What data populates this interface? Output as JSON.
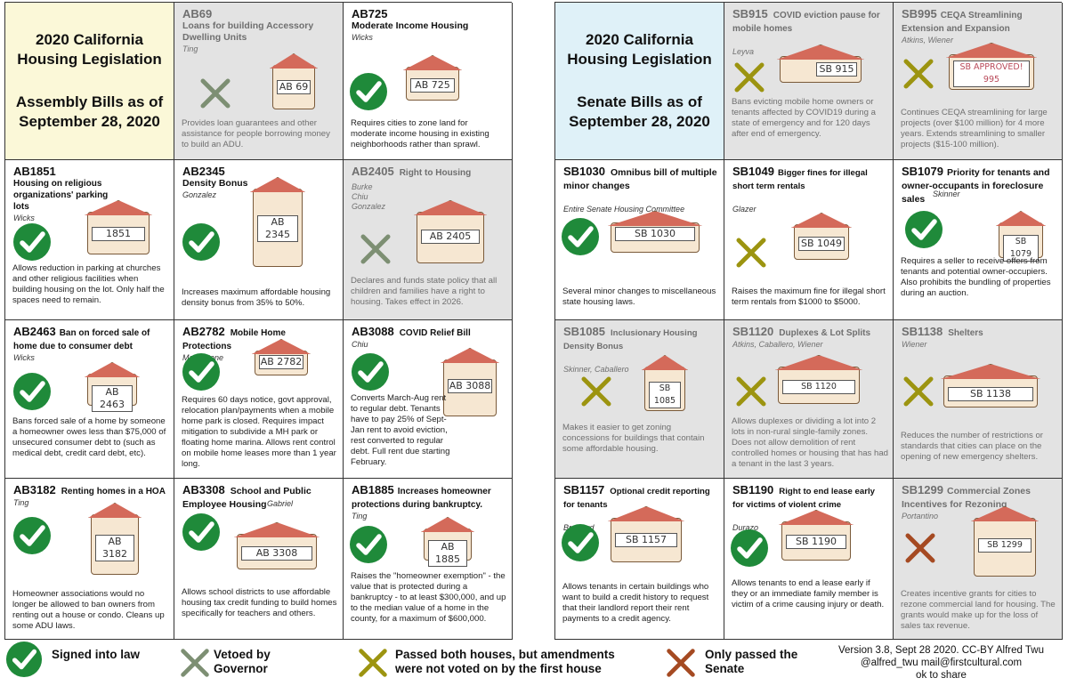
{
  "assembly": {
    "title": "2020 California Housing Legislation",
    "subtitle": "Assembly Bills as of September 28, 2020",
    "bills": [
      {
        "id": "AB69",
        "title": "Loans for building Accessory Dwelling Units",
        "author": "Ting",
        "status": "vetoed",
        "label": "AB 69",
        "desc": "Provides loan guarantees and other assistance for people borrowing money to build an ADU."
      },
      {
        "id": "AB725",
        "title": "Moderate Income Housing",
        "author": "Wicks",
        "status": "signed",
        "label": "AB 725",
        "desc": "Requires cities to zone land for moderate income housing in existing neighborhoods rather than sprawl."
      },
      {
        "id": "AB1851",
        "title": "Housing on religious organizations' parking lots",
        "author": "Wicks",
        "status": "signed",
        "label": "1851",
        "desc": "Allows reduction in parking at churches and other religious facilities when building housing on the lot. Only half the spaces need to remain."
      },
      {
        "id": "AB2345",
        "title": "Density Bonus",
        "author": "Gonzalez",
        "status": "signed",
        "label": "AB 2345",
        "desc": "Increases maximum affordable housing density bonus from 35% to 50%."
      },
      {
        "id": "AB2405",
        "title": "Right to Housing",
        "author": "Burke\nChiu\nGonzalez",
        "status": "vetoed",
        "label": "AB 2405",
        "desc": "Declares and funds state policy that all children and families have a right to housing. Takes effect in 2026."
      },
      {
        "id": "AB2463",
        "title": "Ban on forced sale of home due to consumer debt",
        "author": "Wicks",
        "status": "signed",
        "label": "AB 2463",
        "desc": "Bans forced sale of a home by someone a homeowner owes less than $75,000 of unsecured consumer debt to (such as medical debt, credit card debt, etc)."
      },
      {
        "id": "AB2782",
        "title": "Mobile Home Protections",
        "author": "Mark Stone",
        "status": "signed",
        "label": "AB 2782",
        "desc": "Requires 60 days notice, govt approval, relocation plan/payments when a mobile home park is closed. Requires impact mitigation to subdivide a MH park or floating home marina. Allows rent control on mobile home leases more than 1 year long."
      },
      {
        "id": "AB3088",
        "title": "COVID Relief Bill",
        "author": "Chiu",
        "status": "signed",
        "label": "AB 3088",
        "desc": "Converts March-Aug rent to regular debt. Tenants have to pay 25% of Sept-Jan rent to avoid eviction, rest converted to regular debt. Full rent due starting February."
      },
      {
        "id": "AB3182",
        "title": "Renting homes in a HOA",
        "author": "Ting",
        "status": "signed",
        "label": "AB 3182",
        "desc": "Homeowner associations would no longer be allowed to ban owners from renting out a house or condo. Cleans up some ADU laws."
      },
      {
        "id": "AB3308",
        "title": "School and Public Employee Housing",
        "author": "Gabriel",
        "status": "signed",
        "label": "AB 3308",
        "desc": "Allows school districts to use affordable housing tax credit funding to build homes specifically for teachers and others."
      },
      {
        "id": "AB1885",
        "title": "Increases homeowner protections during bankruptcy.",
        "author": "Ting",
        "status": "signed",
        "label": "AB 1885",
        "desc": "Raises the \"homeowner exemption\" - the value that is protected during a bankruptcy - to at least $300,000, and up to the median value of a home in the county, for a maximum of $600,000."
      }
    ]
  },
  "senate": {
    "title": "2020 California Housing Legislation",
    "subtitle": "Senate Bills as of September 28, 2020",
    "bills": [
      {
        "id": "SB915",
        "title": "COVID eviction pause for mobile homes",
        "author": "Leyva",
        "status": "not_voted",
        "label": "SB 915",
        "desc": "Bans evicting mobile home owners or tenants affected by COVID19 during a state of emergency and for 120 days after end of emergency."
      },
      {
        "id": "SB995",
        "title": "CEQA Streamlining Extension and Expansion",
        "author": "Atkins, Wiener",
        "status": "not_voted",
        "label": "SB APPROVED! 995",
        "desc": "Continues CEQA streamlining for large projects (over $100 million) for 4 more years. Extends streamlining to smaller projects ($15-100 million)."
      },
      {
        "id": "SB1030",
        "title": "Omnibus bill of multiple minor changes",
        "author": "Entire Senate Housing Committee",
        "status": "signed",
        "label": "SB 1030",
        "desc": "Several minor changes to miscellaneous state housing laws."
      },
      {
        "id": "SB1049",
        "title": "Bigger fines for illegal short term rentals",
        "author": "Glazer",
        "status": "not_voted",
        "label": "SB 1049",
        "desc": "Raises the maximum fine for illegal short term rentals from $1000 to $5000."
      },
      {
        "id": "SB1079",
        "title": "Priority for tenants and owner-occupants in foreclosure sales",
        "author": "Skinner",
        "status": "signed",
        "label": "SB 1079",
        "desc": "Requires a seller to receive offers from tenants and potential owner-occupiers. Also prohibits the bundling of properties during an auction."
      },
      {
        "id": "SB1085",
        "title": "Inclusionary Housing Density Bonus",
        "author": "Skinner, Caballero",
        "status": "not_voted",
        "label": "SB 1085",
        "desc": "Makes it easier to get zoning concessions for buildings that contain some affordable housing."
      },
      {
        "id": "SB1120",
        "title": "Duplexes & Lot Splits",
        "author": "Atkins, Caballero, Wiener",
        "status": "not_voted",
        "label": "SB 1120",
        "desc": "Allows duplexes or dividing a lot into 2 lots in non-rural single-family zones. Does not allow demolition of rent controlled homes or housing that has had a tenant in the last 3 years."
      },
      {
        "id": "SB1138",
        "title": "Shelters",
        "author": "Wiener",
        "status": "not_voted",
        "label": "SB 1138",
        "desc": "Reduces the number of restrictions or standards that cities can place on the opening of new emergency shelters."
      },
      {
        "id": "SB1157",
        "title": "Optional credit reporting for tenants",
        "author": "Bradford",
        "status": "signed",
        "label": "SB 1157",
        "desc": "Allows tenants in certain buildings who want to build a credit history to request that their landlord report their rent payments to a credit agency."
      },
      {
        "id": "SB1190",
        "title": "Right to end lease early for victims of violent crime",
        "author": "Durazo",
        "status": "signed",
        "label": "SB 1190",
        "desc": "Allows tenants to end a lease early if they or an immediate family member is victim of a crime causing injury or death."
      },
      {
        "id": "SB1299",
        "title": "Commercial Zones Incentives for Rezoning",
        "author": "Portantino",
        "status": "senate_only",
        "label": "SB 1299",
        "desc": "Creates incentive grants for cities to rezone commercial land for housing. The grants would make up for the loss of sales tax revenue."
      }
    ]
  },
  "legend": {
    "signed": "Signed into law",
    "vetoed": "Vetoed by Governor",
    "not_voted": "Passed both houses, but amendments were not voted on by the first house",
    "senate_only": "Only passed the Senate"
  },
  "credit": {
    "line1": "Version 3.8, Sept 28 2020.  CC-BY Alfred Twu",
    "line2": "@alfred_twu   mail@firstcultural.com",
    "line3": "ok to share"
  },
  "colors": {
    "signed": "#1f8a3a",
    "vetoed": "#7d8f73",
    "not_voted": "#9c9410",
    "senate_only": "#a54a22",
    "assembly_title_bg": "#fbf8d8",
    "senate_title_bg": "#dff1f8",
    "pending_cell_bg": "#e3e3e3"
  },
  "icons": {
    "signed": "check-circle-icon",
    "vetoed": "x-mark-icon",
    "not_voted": "x-mark-icon",
    "senate_only": "x-mark-icon"
  }
}
